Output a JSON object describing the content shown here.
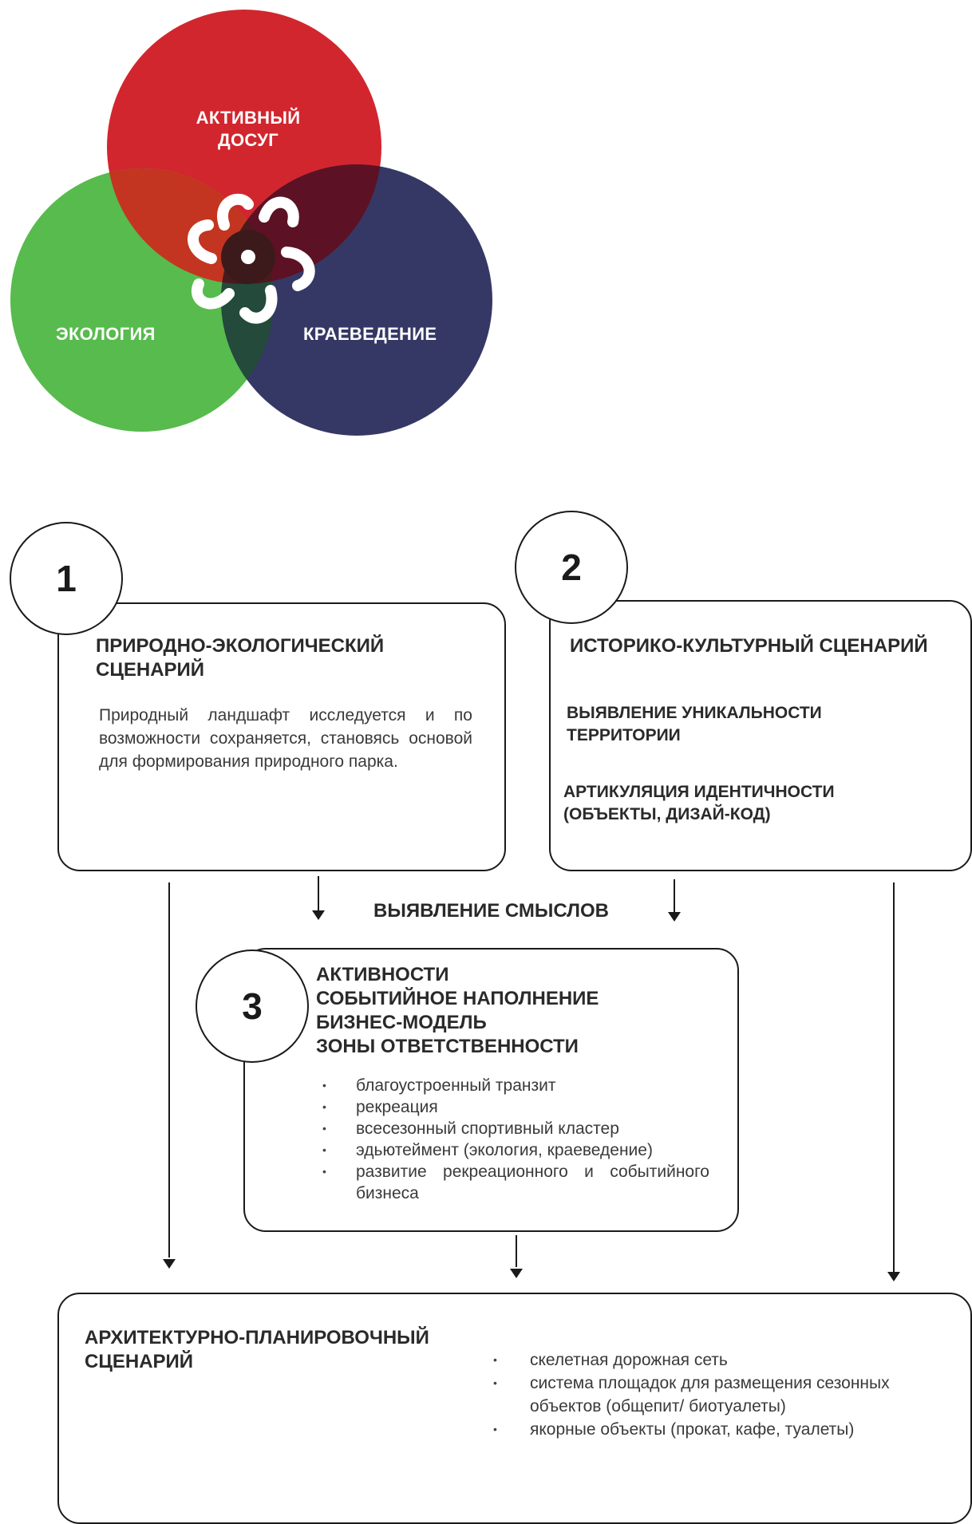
{
  "venn": {
    "top_label": "АКТИВНЫЙ ДОСУГ",
    "left_label": "ЭКОЛОГИЯ",
    "right_label": "КРАЕВЕДЕНИЕ",
    "colors": {
      "top": "#d2262e",
      "left": "#57bb4d",
      "right": "#353865"
    }
  },
  "scenario1": {
    "number": "1",
    "title": "ПРИРОДНО-ЭКОЛОГИЧЕСКИЙ СЦЕНАРИЙ",
    "description": "Природный ландшафт исследуется и по возможности сохраняется, становясь основой для формирования природного парка."
  },
  "scenario2": {
    "number": "2",
    "title": "ИСТОРИКО-КУЛЬТУРНЫЙ СЦЕНАРИЙ",
    "item1": "ВЫЯВЛЕНИЕ УНИКАЛЬНОСТИ ТЕРРИТОРИИ",
    "item2": "АРТИКУЛЯЦИЯ ИДЕНТИЧНОСТИ (ОБЪЕКТЫ, ДИЗАЙ-КОД)"
  },
  "connector_label": "ВЫЯВЛЕНИЕ СМЫСЛОВ",
  "scenario3": {
    "number": "3",
    "titles": [
      "АКТИВНОСТИ",
      "СОБЫТИЙНОЕ НАПОЛНЕНИЕ",
      "БИЗНЕС-МОДЕЛЬ",
      "ЗОНЫ ОТВЕТСТВЕННОСТИ"
    ],
    "bullets": [
      "благоустроенный транзит",
      "рекреация",
      "всесезонный спортивный кластер",
      "эдьютеймент (экология, краеведение)",
      "развитие рекреационного и событийного бизнеса"
    ]
  },
  "scenario4": {
    "title": "АРХИТЕКТУРНО-ПЛАНИРОВОЧНЫЙ СЦЕНАРИЙ",
    "bullets": [
      "скелетная дорожная сеть",
      "система площадок для размещения сезонных объектов  (общепит/ биотуалеты)",
      "якорные объекты (прокат, кафе, туалеты)"
    ]
  }
}
